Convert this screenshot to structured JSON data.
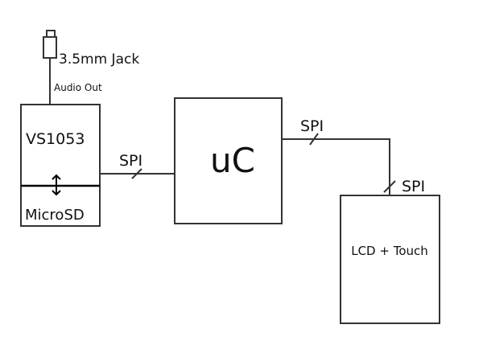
{
  "diagram": {
    "jack_label": "3.5mm Jack",
    "audio_out_label": "Audio Out",
    "codec_label": "VS1053",
    "sd_label": "MicroSD",
    "mcu_label": "uC",
    "lcd_label": "LCD + Touch",
    "spi_codec_label": "SPI",
    "spi_top_label": "SPI",
    "spi_lcd_label": "SPI"
  },
  "colors": {
    "line": "#333333",
    "text": "#111111",
    "background": "#ffffff"
  }
}
